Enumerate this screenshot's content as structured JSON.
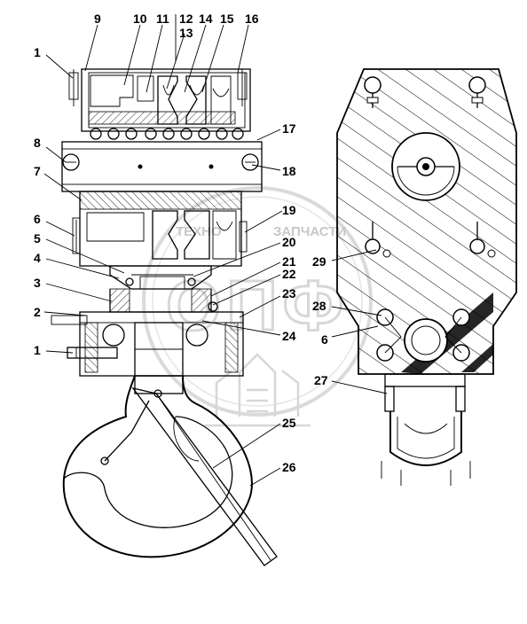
{
  "diagram": {
    "callouts": [
      "1",
      "2",
      "3",
      "4",
      "5",
      "6",
      "7",
      "8",
      "9",
      "10",
      "11",
      "12",
      "13",
      "14",
      "15",
      "16",
      "17",
      "18",
      "19",
      "20",
      "21",
      "22",
      "23",
      "24",
      "25",
      "26",
      "27",
      "28",
      "29"
    ],
    "callouts_repeat": [
      "1",
      "6"
    ],
    "watermark": {
      "line1": "ТЕХНО",
      "line2": "ЗАПЧАСТИ",
      "letters": "ОПФ"
    }
  }
}
